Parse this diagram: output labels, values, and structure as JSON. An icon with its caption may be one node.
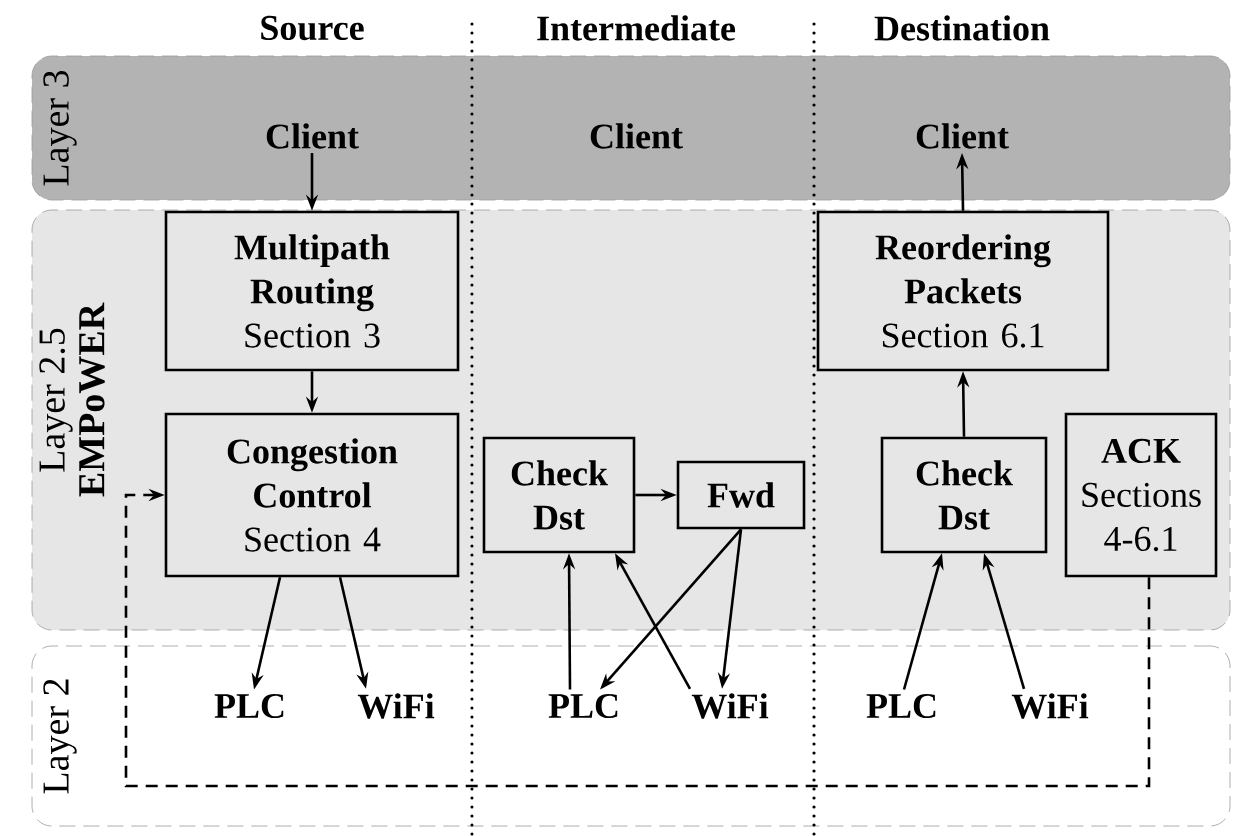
{
  "diagram": {
    "nodes": [
      {
        "text": [
          "Layer 3"
        ]
      },
      {
        "text": [
          "Client"
        ],
        "in": 0
      },
      {
        "text": [
          "Client"
        ],
        "in": 0
      },
      {
        "text": [
          "Layer 2.5",
          "EMPoWER"
        ]
      },
      {
        "text": [
          "Multipath Routing",
          "Section 3"
        ],
        "in": 3
      },
      {
        "text": [
          "Congestion Control",
          "Section 4"
        ],
        "in": 3
      },
      {
        "text": [
          "Check Dst"
        ],
        "in": 3
      },
      {
        "text": [
          "Fwd"
        ],
        "in": 3
      },
      {
        "text": [
          "Reordering Packets",
          "Section 6.1"
        ],
        "in": 3
      },
      {
        "text": [
          "Check Dst"
        ],
        "in": 3
      },
      {
        "text": [
          "ACK",
          "Sections 4-6.1"
        ],
        "in": 3
      },
      {
        "text": [
          "Layer 2"
        ]
      },
      {
        "text": [
          "PLC"
        ],
        "in": 11
      },
      {
        "text": [
          "WiFi"
        ],
        "in": 11
      },
      {
        "text": [
          "PLC"
        ],
        "in": 11
      },
      {
        "text": [
          "WiFi"
        ],
        "in": 11
      },
      {
        "text": [
          "PLC"
        ],
        "in": 11
      },
      {
        "text": [
          "WiFi"
        ],
        "in": 11
      }
    ],
    "edges": [
      {
        "from": 1,
        "to": 4,
        "arrow": "to"
      },
      {
        "from": 4,
        "to": 5,
        "arrow": "to"
      },
      {
        "from": 5,
        "to": 12,
        "arrow": "to"
      },
      {
        "from": 5,
        "to": 13,
        "arrow": "to"
      },
      {
        "from": 14,
        "to": 6,
        "arrow": "to"
      },
      {
        "from": 15,
        "to": 6,
        "arrow": "to"
      },
      {
        "from": 6,
        "to": 7,
        "arrow": "to"
      },
      {
        "from": 7,
        "to": 14,
        "arrow": "to"
      },
      {
        "from": 7,
        "to": 15,
        "arrow": "to"
      },
      {
        "from": 16,
        "to": 9,
        "arrow": "to"
      },
      {
        "from": 17,
        "to": 9,
        "arrow": "to"
      },
      {
        "from": 9,
        "to": 8,
        "arrow": "to"
      },
      {
        "from": 8,
        "to": 2,
        "arrow": "to"
      },
      {
        "from": 10,
        "to": 5,
        "arrow": "to",
        "style": "dashed"
      }
    ],
    "labels": [
      "Source",
      "Intermediate",
      "Destination",
      "Client"
    ]
  }
}
